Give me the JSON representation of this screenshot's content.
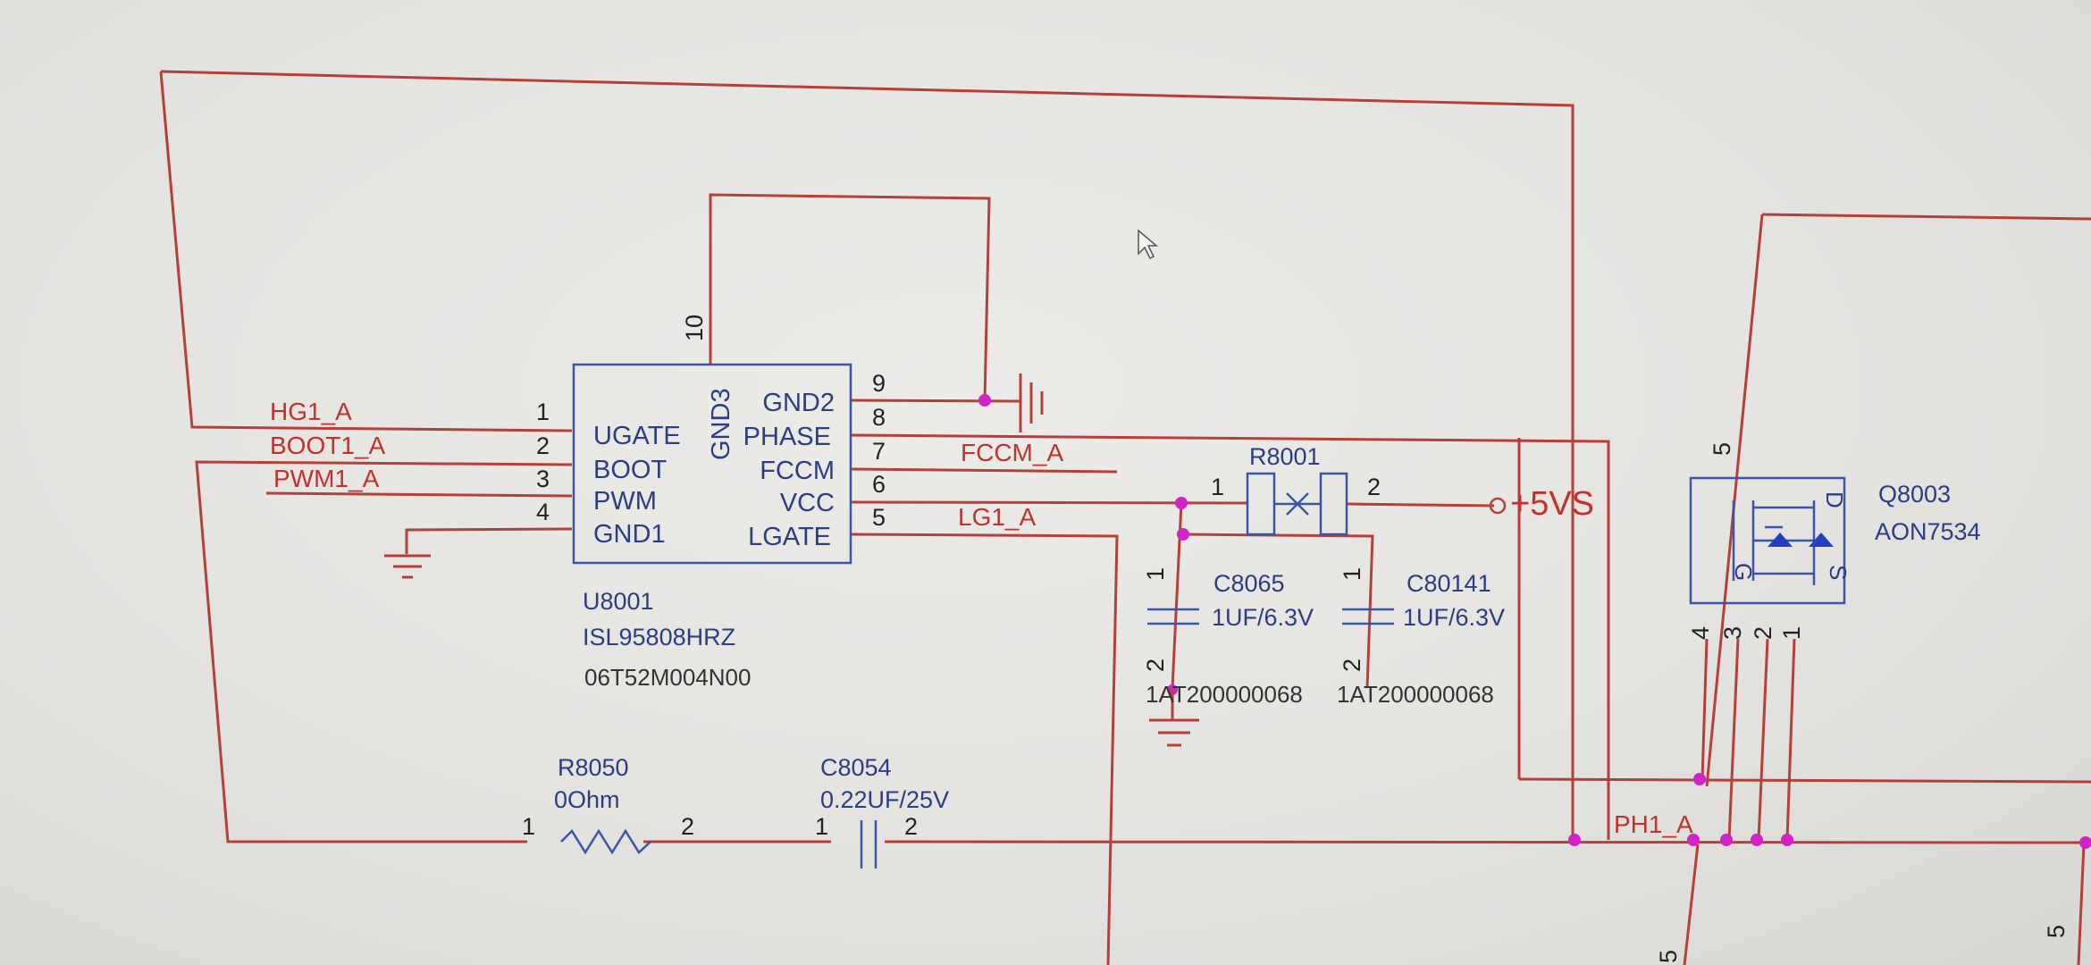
{
  "nets": {
    "hg1": "HG1_A",
    "boot1": "BOOT1_A",
    "pwm1": "PWM1_A",
    "fccm": "FCCM_A",
    "lg1": "LG1_A",
    "ph1": "PH1_A",
    "vs5": "+5VS"
  },
  "u8001": {
    "ref": "U8001",
    "part": "ISL95808HRZ",
    "code": "06T52M004N00",
    "left_pins": [
      {
        "num": "1",
        "name": "UGATE"
      },
      {
        "num": "2",
        "name": "BOOT"
      },
      {
        "num": "3",
        "name": "PWM"
      },
      {
        "num": "4",
        "name": "GND1"
      }
    ],
    "right_pins": [
      {
        "num": "9",
        "name": "GND2"
      },
      {
        "num": "8",
        "name": "PHASE"
      },
      {
        "num": "7",
        "name": "FCCM"
      },
      {
        "num": "6",
        "name": "VCC"
      },
      {
        "num": "5",
        "name": "LGATE"
      }
    ],
    "top_pin": {
      "num": "10",
      "name": "GND3"
    }
  },
  "r8001": {
    "ref": "R8001",
    "pin1": "1",
    "pin2": "2"
  },
  "c8065": {
    "ref": "C8065",
    "value": "1UF/6.3V",
    "pin1": "1",
    "pin2": "2",
    "code": "1AT200000068"
  },
  "c80141": {
    "ref": "C80141",
    "value": "1UF/6.3V",
    "pin1": "1",
    "pin2": "2",
    "code": "1AT200000068"
  },
  "r8050": {
    "ref": "R8050",
    "value": "0Ohm",
    "pin1": "1",
    "pin2": "2"
  },
  "c8054": {
    "ref": "C8054",
    "value": "0.22UF/25V",
    "pin1": "1",
    "pin2": "2"
  },
  "q8003": {
    "ref": "Q8003",
    "part": "AON7534",
    "pin_top": "5",
    "pins_bottom": [
      "4",
      "3",
      "2",
      "1"
    ],
    "label_g": "G",
    "label_d": "D",
    "label_s": "S"
  },
  "offpage": {
    "pin5_a": "5",
    "pin5_b": "5"
  }
}
